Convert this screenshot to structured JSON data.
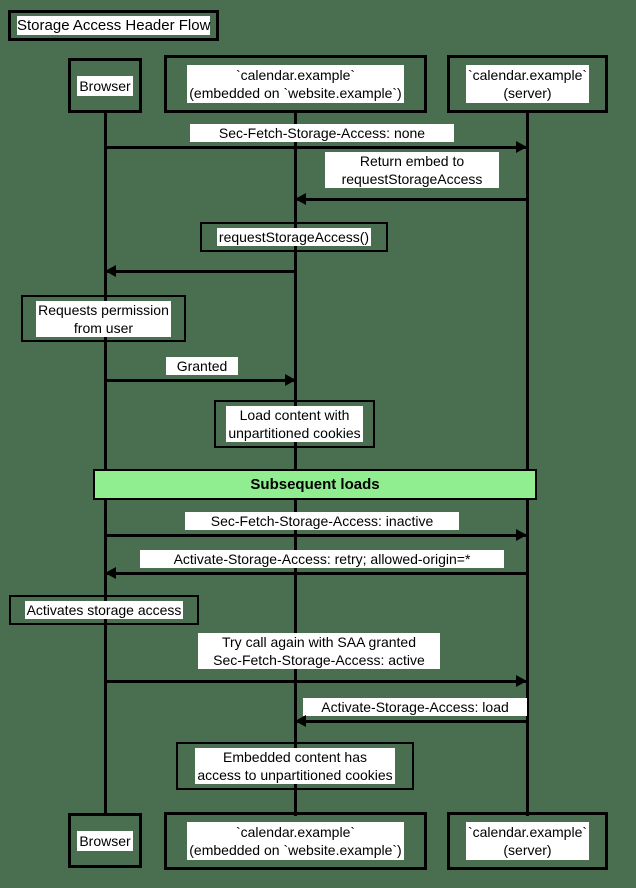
{
  "diagram": {
    "title": "Storage Access Header Flow",
    "type": "sequence-diagram",
    "background_color": "#4a6f50",
    "accent_color": "#90ee90",
    "line_color": "#000000",
    "label_background": "#ffffff"
  },
  "participants": [
    {
      "id": "browser",
      "label": "Browser"
    },
    {
      "id": "embedded",
      "label": "`calendar.example`\n(embedded on `website.example`)"
    },
    {
      "id": "server",
      "label": "`calendar.example`\n(server)"
    }
  ],
  "footer_participants": [
    {
      "id": "browser",
      "label": "Browser"
    },
    {
      "id": "embedded",
      "label": "`calendar.example`\n(embedded on `website.example`)"
    },
    {
      "id": "server",
      "label": "`calendar.example`\n(server)"
    }
  ],
  "messages": [
    {
      "id": "m1",
      "label": "Sec-Fetch-Storage-Access: none",
      "from": "browser",
      "to": "server",
      "direction": "right"
    },
    {
      "id": "m2",
      "label": "Return embed to\nrequestStorageAccess",
      "from": "server",
      "to": "embedded",
      "direction": "left"
    },
    {
      "id": "m3",
      "label": "",
      "from": "embedded",
      "to": "browser",
      "direction": "left"
    },
    {
      "id": "m4",
      "label": "Granted",
      "from": "browser",
      "to": "embedded",
      "direction": "right"
    },
    {
      "id": "m5",
      "label": "Sec-Fetch-Storage-Access: inactive",
      "from": "browser",
      "to": "server",
      "direction": "right"
    },
    {
      "id": "m6",
      "label": "Activate-Storage-Access: retry; allowed-origin=*",
      "from": "server",
      "to": "browser",
      "direction": "left"
    },
    {
      "id": "m7",
      "label": "Try call again with SAA granted\nSec-Fetch-Storage-Access: active",
      "from": "browser",
      "to": "server",
      "direction": "right"
    },
    {
      "id": "m8",
      "label": "Activate-Storage-Access: load",
      "from": "server",
      "to": "embedded",
      "direction": "left"
    }
  ],
  "notes": [
    {
      "id": "n1",
      "label": "requestStorageAccess()",
      "on": "embedded"
    },
    {
      "id": "n2",
      "label": "Requests permission\nfrom user",
      "on": "browser"
    },
    {
      "id": "n3",
      "label": "Load content with\nunpartitioned cookies",
      "on": "embedded"
    },
    {
      "id": "n4",
      "label": "Activates storage access",
      "on": "browser"
    },
    {
      "id": "n5",
      "label": "Embedded content has\naccess to unpartitioned cookies",
      "on": "embedded"
    }
  ],
  "sections": [
    {
      "id": "s1",
      "label": "Subsequent loads",
      "color": "#90ee90"
    }
  ]
}
